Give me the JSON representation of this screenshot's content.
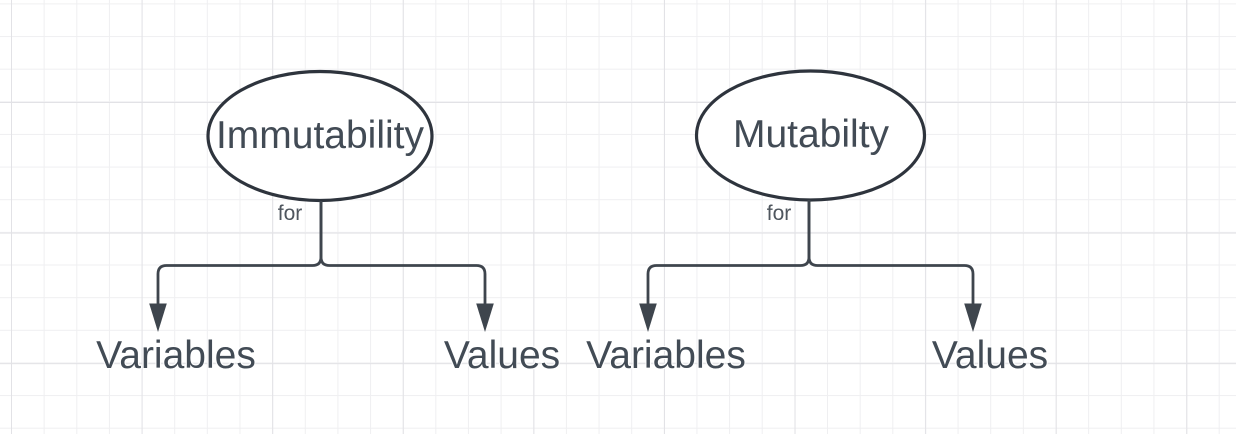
{
  "canvas": {
    "background_color": "#ffffff",
    "grid_minor_color": "#efeff1",
    "grid_major_color": "#e2e2e6",
    "shape_stroke_color": "#2e343d",
    "edge_color": "#3e454d",
    "node_text_color": "#424b55",
    "edge_label_color": "#4f565e"
  },
  "trees": [
    {
      "id": "immutability",
      "root_label": "Immutability",
      "edge_label": "for",
      "children": [
        {
          "label": "Variables"
        },
        {
          "label": "Values"
        }
      ]
    },
    {
      "id": "mutability",
      "root_label": "Mutabilty",
      "edge_label": "for",
      "children": [
        {
          "label": "Variables"
        },
        {
          "label": "Values"
        }
      ]
    }
  ]
}
